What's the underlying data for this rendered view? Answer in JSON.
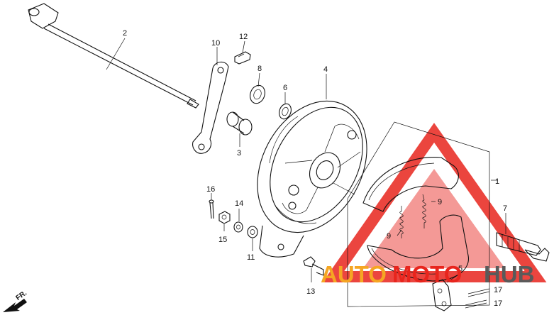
{
  "callouts": {
    "c1": "1",
    "c2": "2",
    "c3": "3",
    "c4": "4",
    "c5": "5",
    "c6": "6",
    "c7": "7",
    "c8": "8",
    "c9a": "9",
    "c9b": "9",
    "c10": "10",
    "c11": "11",
    "c12": "12",
    "c13": "13",
    "c14": "14",
    "c15": "15",
    "c16": "16",
    "c17a": "17",
    "c17b": "17"
  },
  "direction_label": "FR.",
  "watermark": {
    "text_a": "AUTO",
    "text_b": "MOTO",
    "text_c": "HUB",
    "colors": {
      "red": "#e8251d",
      "orange": "#f5a623",
      "gray": "#5a5a5a"
    }
  }
}
